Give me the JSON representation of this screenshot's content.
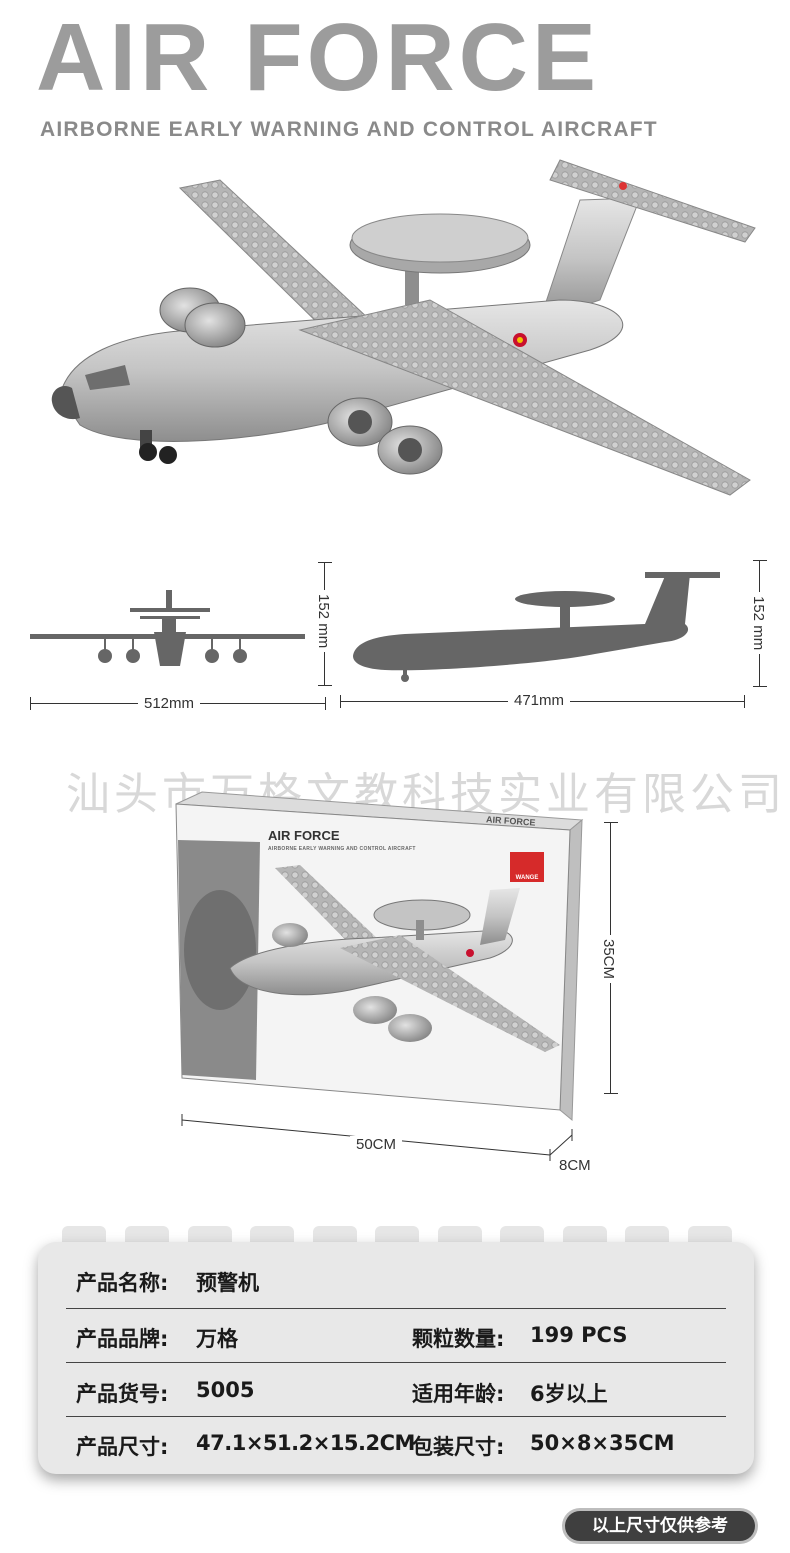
{
  "header": {
    "title": "AIR FORCE",
    "subtitle": "AIRBORNE EARLY WARNING AND CONTROL AIRCRAFT"
  },
  "dimensions": {
    "front_width": "512mm",
    "front_height": "152 mm",
    "side_length": "471mm",
    "side_height": "152 mm"
  },
  "watermark": "汕头市万格文教科技实业有限公司",
  "box": {
    "title": "AIR FORCE",
    "subtitle": "AIRBORNE EARLY WARNING AND CONTROL AIRCRAFT",
    "top_title": "AIR FORCE",
    "logo_text": "WANGE",
    "width_label": "50CM",
    "height_label": "35CM",
    "depth_label": "8CM"
  },
  "specs": {
    "name_label": "产品名称:",
    "name_value": "预警机",
    "brand_label": "产品品牌:",
    "brand_value": "万格",
    "pieces_label": "颗粒数量:",
    "pieces_value": "199 PCS",
    "item_label": "产品货号:",
    "item_value": "5005",
    "age_label": "适用年龄:",
    "age_value": "6岁以上",
    "size_label": "产品尺寸:",
    "size_value": "47.1×51.2×15.2CM",
    "pack_label": "包装尺寸:",
    "pack_value": "50×8×35CM"
  },
  "note": "以上尺寸仅供参考",
  "colors": {
    "title_gray": "#9c9c9c",
    "model_gray": "#b8b8b8",
    "silhouette": "#666666",
    "card_bg": "#e8e8e8",
    "pill_bg": "#3f3f3f"
  }
}
